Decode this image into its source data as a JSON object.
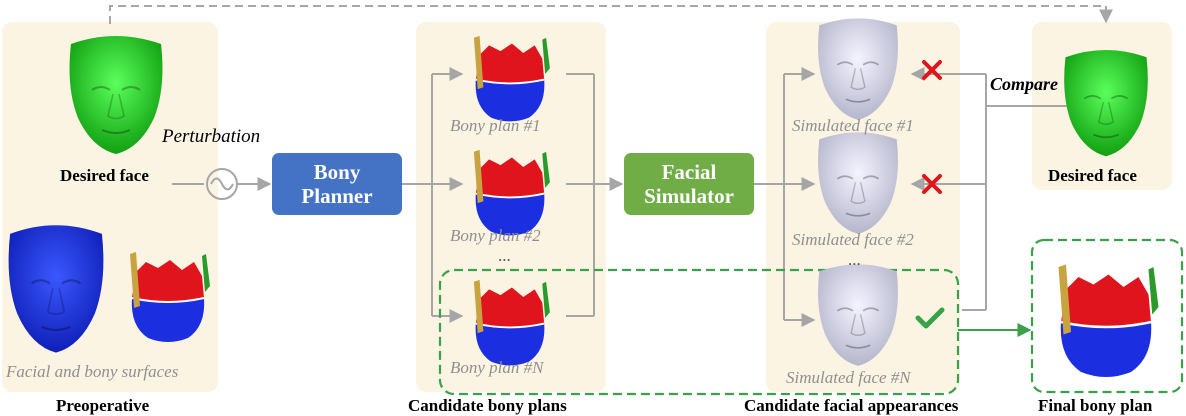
{
  "colors": {
    "panel_bg": "#fbf4e3",
    "bony_planner": "#4472c4",
    "facial_simulator": "#70ad47",
    "dashed_green": "#3aa14a",
    "arrow_gray": "#a6a6a6",
    "face_green": "#22cc22",
    "face_blue": "#1c2fe0",
    "face_white": "#dcdcf0",
    "bone_red": "#e0141c",
    "cross_red": "#e0141c",
    "check_green": "#3aa14a"
  },
  "preoperative": {
    "desired_face_label": "Desired face",
    "surfaces_label": "Facial and bony surfaces",
    "section_label": "Preoperative"
  },
  "perturbation_label": "Perturbation",
  "bony_planner": {
    "line1": "Bony",
    "line2": "Planner"
  },
  "candidate_plans": {
    "items": [
      "Bony plan #1",
      "Bony plan #2",
      "Bony plan #N"
    ],
    "ellipsis": "...",
    "section_label": "Candidate bony plans"
  },
  "facial_simulator": {
    "line1": "Facial",
    "line2": "Simulator"
  },
  "candidate_faces": {
    "items": [
      "Simulated face #1",
      "Simulated face #2",
      "Simulated face #N"
    ],
    "ellipsis": "...",
    "section_label": "Candidate facial appearances"
  },
  "compare_label": "Compare",
  "target": {
    "desired_face_label": "Desired face"
  },
  "final": {
    "section_label": "Final bony plan"
  },
  "icons": [
    "cross-icon",
    "cross-icon",
    "check-icon",
    "sine-wave-icon"
  ]
}
